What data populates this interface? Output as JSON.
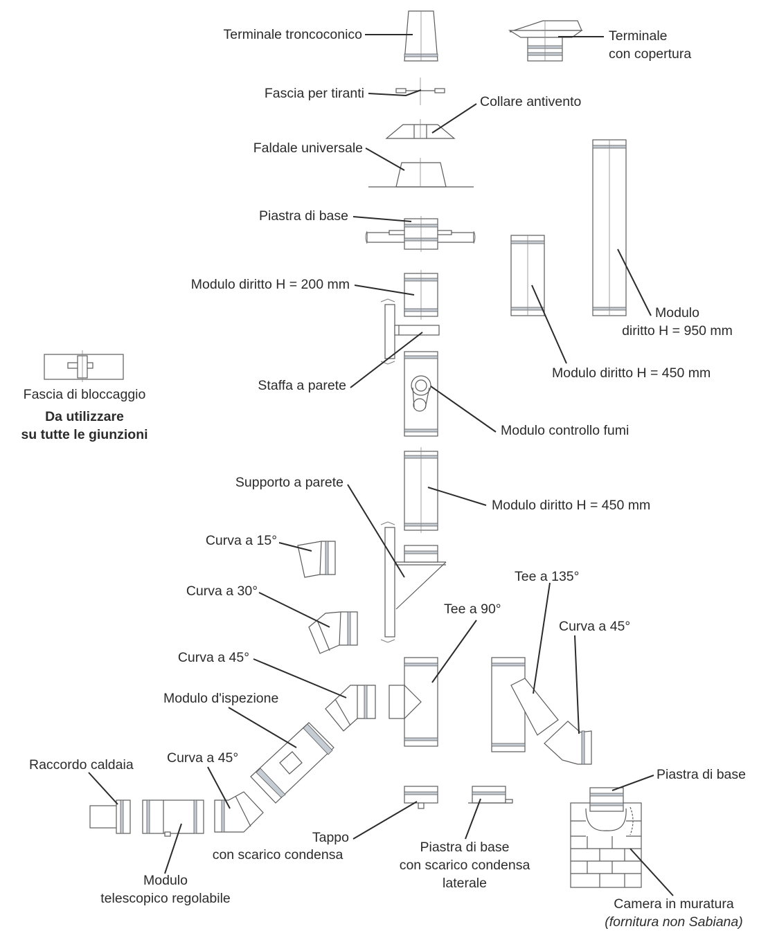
{
  "colors": {
    "line": "#2b2b2b",
    "part_outline": "#5a5a5a",
    "band": "#c5ccd3",
    "background": "#ffffff"
  },
  "labels": {
    "terminale_troncoconico": "Terminale troncoconico",
    "terminale_copertura_1": "Terminale",
    "terminale_copertura_2": "con copertura",
    "fascia_tiranti": "Fascia per tiranti",
    "collare_antivento": "Collare antivento",
    "faldale_universale": "Faldale universale",
    "piastra_base_top": "Piastra di base",
    "modulo_200": "Modulo diritto H = 200 mm",
    "modulo_950_1": "Modulo",
    "modulo_950_2": "diritto H = 950 mm",
    "modulo_450_right": "Modulo diritto H = 450 mm",
    "staffa_parete": "Staffa a parete",
    "modulo_controllo_fumi": "Modulo controllo fumi",
    "fascia_bloccaggio": "Fascia di bloccaggio",
    "da_utilizzare_1": "Da utilizzare",
    "da_utilizzare_2": "su tutte le giunzioni",
    "supporto_parete": "Supporto a parete",
    "modulo_450_center": "Modulo diritto H = 450 mm",
    "curva_15": "Curva a 15°",
    "curva_30": "Curva a 30°",
    "tee_135": "Tee a 135°",
    "tee_90": "Tee a 90°",
    "curva_45_right": "Curva a 45°",
    "curva_45_mid": "Curva a 45°",
    "modulo_ispezione": "Modulo d'ispezione",
    "raccordo_caldaia": "Raccordo caldaia",
    "curva_45_low": "Curva a 45°",
    "piastra_base_right": "Piastra di base",
    "tappo_1": "Tappo",
    "tappo_2": "con scarico condensa",
    "piastra_laterale_1": "Piastra di base",
    "piastra_laterale_2": "con scarico condensa",
    "piastra_laterale_3": "laterale",
    "modulo_telescopico_1": "Modulo",
    "modulo_telescopico_2": "telescopico regolabile",
    "camera_muratura_1": "Camera in muratura",
    "camera_muratura_2": "(fornitura non Sabiana)"
  }
}
